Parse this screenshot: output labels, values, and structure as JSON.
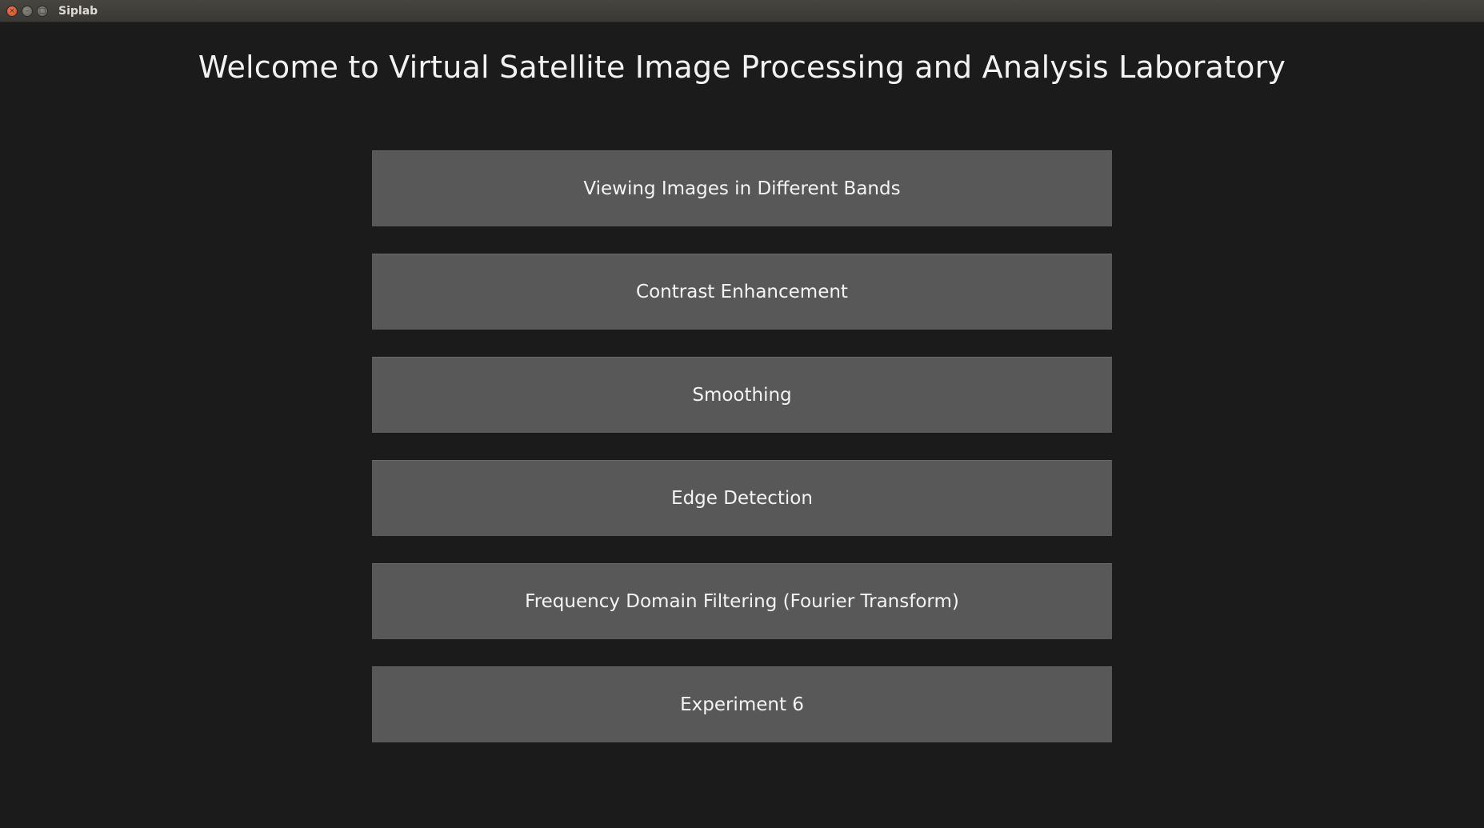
{
  "window": {
    "title": "Siplab",
    "controls": {
      "close": "×",
      "minimize": "–",
      "maximize": "□"
    }
  },
  "main": {
    "heading": "Welcome to Virtual Satellite Image Processing and Analysis Laboratory",
    "experiments": [
      {
        "label": "Viewing Images in Different Bands"
      },
      {
        "label": "Contrast Enhancement"
      },
      {
        "label": "Smoothing"
      },
      {
        "label": "Edge Detection"
      },
      {
        "label": "Frequency Domain Filtering (Fourier Transform)"
      },
      {
        "label": "Experiment 6"
      }
    ]
  },
  "colors": {
    "background": "#1b1b1b",
    "button": "#585858",
    "text": "#f4f4f4",
    "close_button": "#e05a2e"
  }
}
